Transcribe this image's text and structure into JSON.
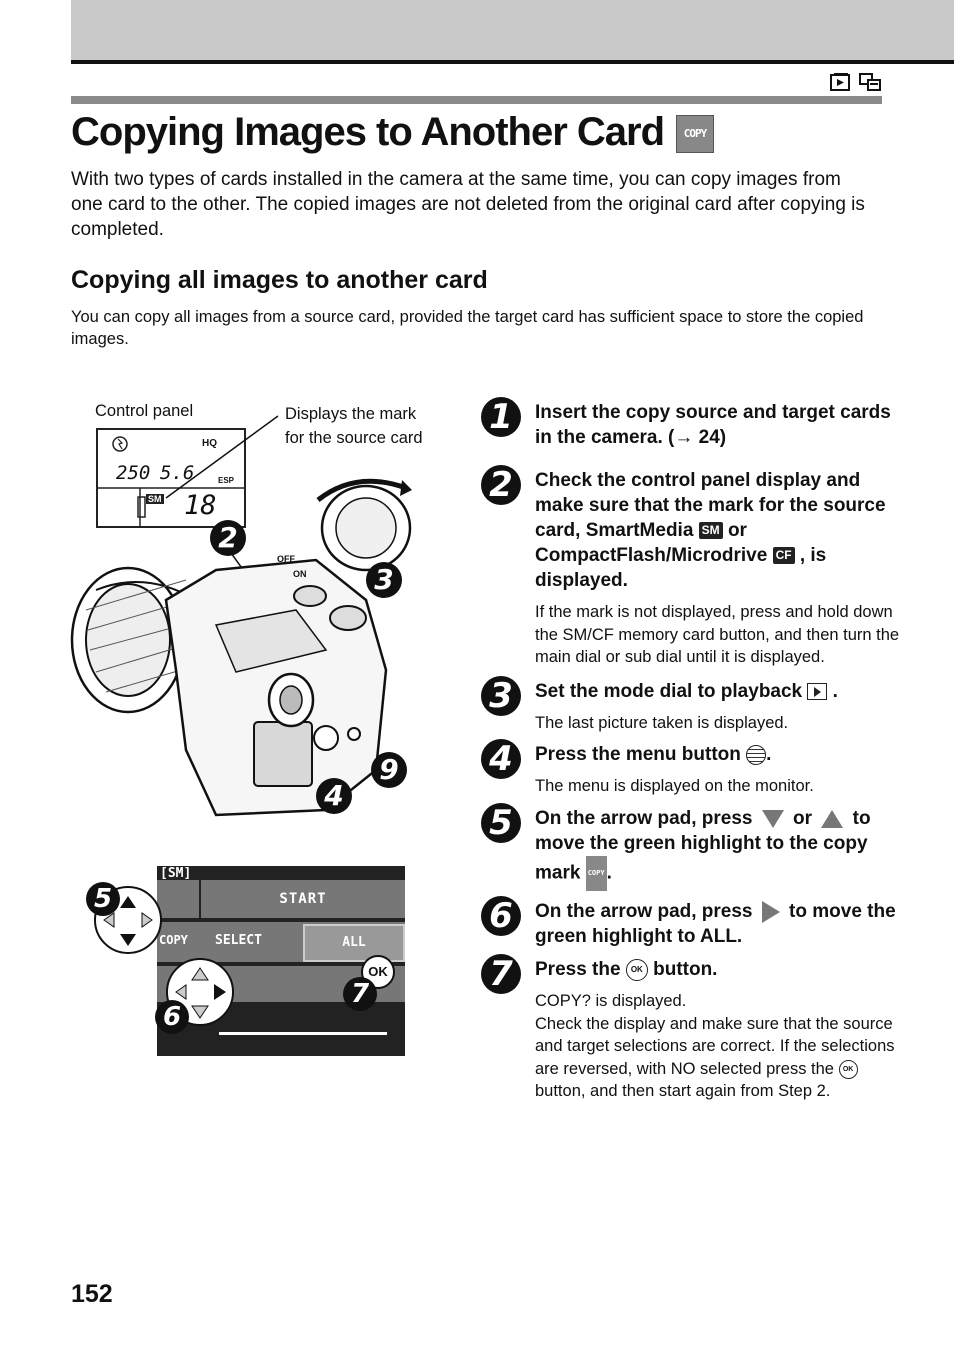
{
  "header": {
    "icons": [
      "playback-icon",
      "card-copy-icon"
    ]
  },
  "title": "Copying Images to Another Card",
  "title_icon_text": "COPY",
  "intro": "With two types of cards installed in the camera at the same time, you can copy images from one card to the other. The copied images are not deleted from the original card after copying is completed.",
  "section": {
    "heading": "Copying all images to another card",
    "text": "You can copy all images from a source card, provided the target card has sufficient space to store the copied images."
  },
  "figure": {
    "label_control_panel": "Control panel",
    "label_mark_line1": "Displays the mark",
    "label_mark_line2": "for the source card",
    "panel": {
      "hq": "HQ",
      "esp": "ESP",
      "shutter": "250",
      "aperture": "5.6",
      "card": "SM",
      "count": "18"
    },
    "dial": {
      "off": "OFF",
      "on": "ON"
    },
    "callouts": [
      "2",
      "3",
      "9",
      "4",
      "5",
      "6",
      "7"
    ],
    "screen": {
      "tab": "[SM]",
      "start": "START",
      "copy": "COPY",
      "select": "SELECT",
      "all": "ALL",
      "ok": "OK"
    }
  },
  "steps": [
    {
      "num": "1",
      "title_a": "Insert the copy source and target cards in the camera.  (",
      "title_arrow": "→",
      "title_b": " 24)"
    },
    {
      "num": "2",
      "title_a": "Check the control panel display and make sure that the mark for the source card, SmartMedia ",
      "badge_sm": "SM",
      "title_b": " or CompactFlash/Microdrive ",
      "badge_cf": "CF",
      "title_c": " , is displayed.",
      "body": "If the mark is not displayed, press and hold down the SM/CF memory card button, and then turn the main dial or sub dial until it is displayed."
    },
    {
      "num": "3",
      "title_a": "Set the mode dial to playback ",
      "title_b": " .",
      "body": "The last picture taken is displayed."
    },
    {
      "num": "4",
      "title_a": "Press the menu button ",
      "title_b": ".",
      "body": "The menu is displayed on the monitor."
    },
    {
      "num": "5",
      "title_a": "On the arrow pad, press ",
      "title_b": " or ",
      "title_c": " to move the green highlight to the copy mark ",
      "copy_mark": "COPY",
      "title_d": "."
    },
    {
      "num": "6",
      "title_a": "On the arrow pad, press ",
      "title_b": " to move the green highlight to ALL."
    },
    {
      "num": "7",
      "title_a": "Press the ",
      "ok": "OK",
      "title_b": " button.",
      "body_1": "COPY? is displayed.",
      "body_2a": "Check the display and make sure that the source and target selections are correct. If the selections are reversed, with NO selected press the ",
      "body_2b": " button, and then start again from Step 2."
    }
  ],
  "page_number": "152"
}
